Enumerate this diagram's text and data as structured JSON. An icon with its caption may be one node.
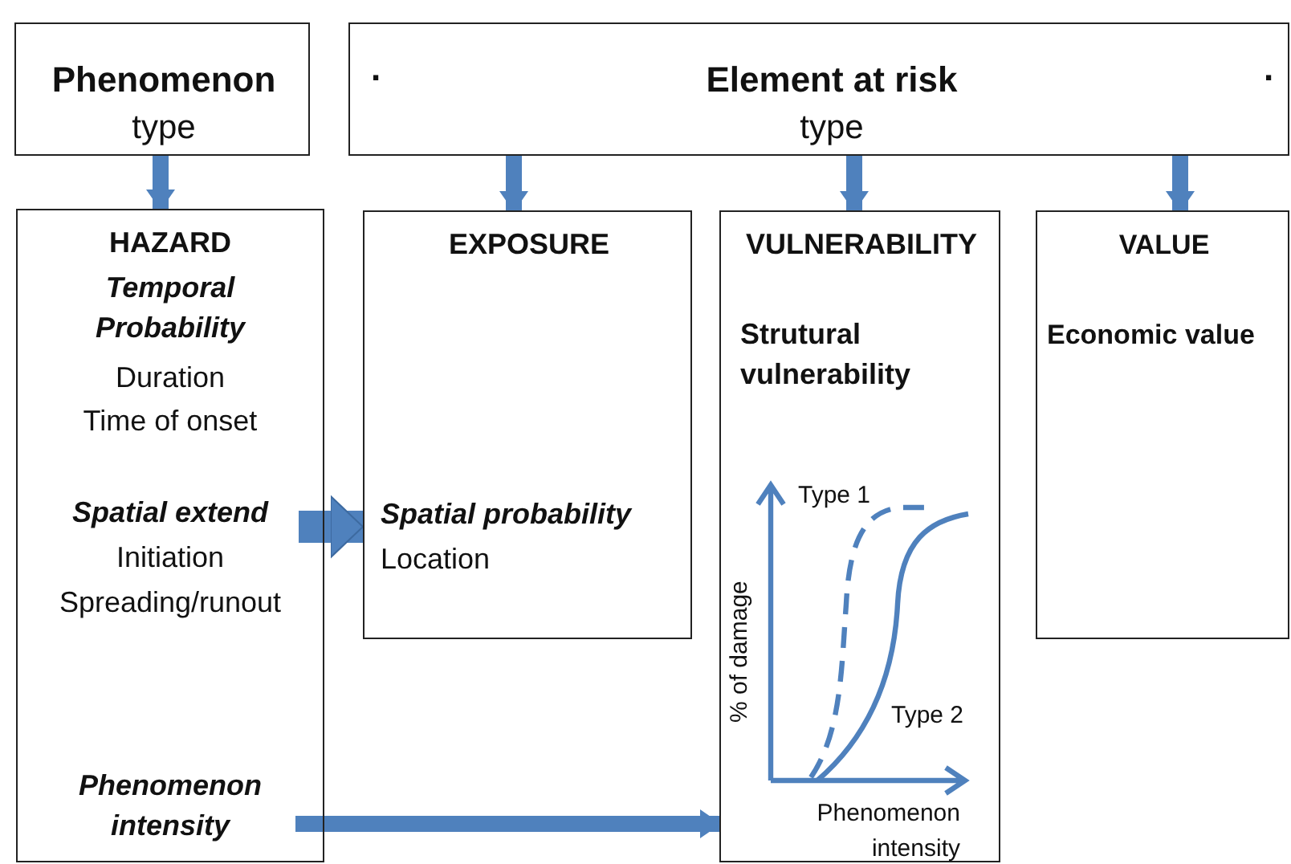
{
  "diagram": {
    "nodes": [
      {
        "text": [
          "Phenomenon",
          "type"
        ]
      },
      {
        "text": [
          "Element at risk",
          "type"
        ]
      },
      {
        "text": [
          "HAZARD",
          "Temporal Probability",
          "Duration",
          "Time of onset",
          "Spatial extend",
          "Initiation",
          "Spreading/runout",
          "Phenomenon intensity"
        ]
      },
      {
        "text": [
          "EXPOSURE",
          "Spatial probability",
          "Location"
        ]
      },
      {
        "text": [
          "VULNERABILITY",
          "Strutural vulnerability"
        ]
      },
      {
        "text": [
          "VALUE",
          "Economic value"
        ]
      }
    ],
    "edges": [
      {
        "from": 0,
        "to": 2,
        "arrow": "to"
      },
      {
        "from": 1,
        "to": 3,
        "arrow": "to"
      },
      {
        "from": 1,
        "to": 4,
        "arrow": "to"
      },
      {
        "from": 1,
        "to": 5,
        "arrow": "to"
      },
      {
        "from": 2,
        "to": 3,
        "arrow": "to",
        "style": "thick"
      },
      {
        "from": 2,
        "to": 4,
        "arrow": "to"
      }
    ],
    "labels": [
      ".",
      ".",
      "Type 1",
      "Type 2",
      "% of damage",
      "Phenomenon intensity"
    ]
  }
}
